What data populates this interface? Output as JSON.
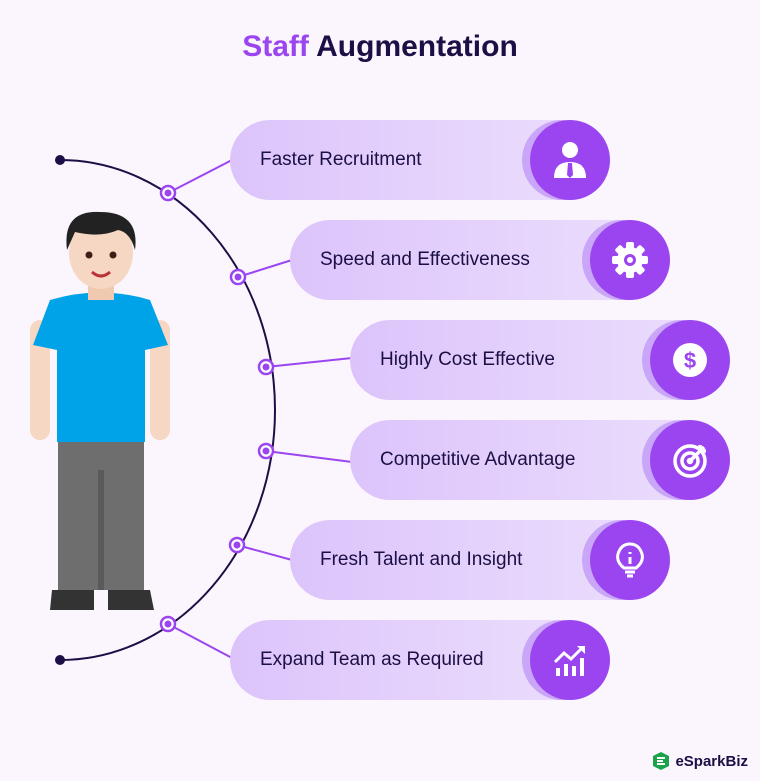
{
  "title": {
    "accent": "Staff",
    "rest": "Augmentation"
  },
  "items": [
    {
      "label": "Faster Recruitment",
      "icon": "businessman-icon"
    },
    {
      "label": "Speed and Effectiveness",
      "icon": "gear-icon"
    },
    {
      "label": "Highly Cost Effective",
      "icon": "dollar-icon"
    },
    {
      "label": "Competitive Advantage",
      "icon": "target-icon"
    },
    {
      "label": "Fresh Talent and Insight",
      "icon": "lightbulb-icon"
    },
    {
      "label": "Expand Team as Required",
      "icon": "growth-chart-icon"
    }
  ],
  "brand": "eSparkBiz",
  "colors": {
    "accent": "#9b45f0",
    "text": "#1b0f45",
    "pill": "#e3d0fc"
  }
}
